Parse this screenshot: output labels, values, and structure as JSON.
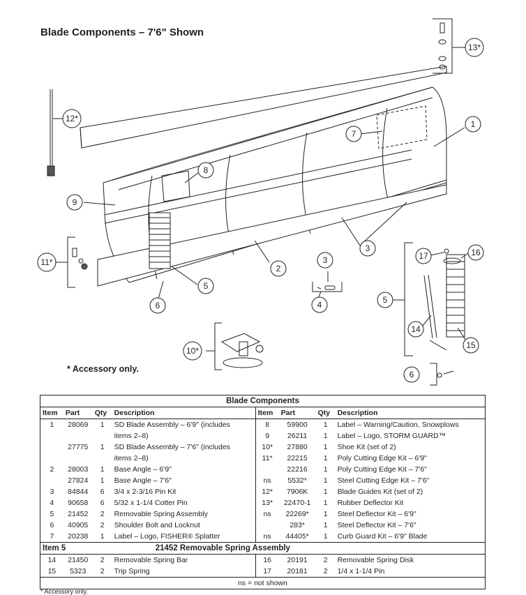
{
  "title": "Blade Components – 7'6\" Shown",
  "accessory_note": "* Accessory only.",
  "callouts": {
    "c1": "1",
    "c2": "2",
    "c3a": "3",
    "c3b": "3",
    "c4": "4",
    "c5a": "5",
    "c5b": "5",
    "c6a": "6",
    "c6b": "6",
    "c7": "7",
    "c8": "8",
    "c9": "9",
    "c10": "10*",
    "c11": "11*",
    "c12": "12*",
    "c13": "13*",
    "c14": "14",
    "c15": "15",
    "c16": "16",
    "c17": "17"
  },
  "table": {
    "caption": "Blade Components",
    "headers": {
      "item": "Item",
      "part": "Part",
      "qty": "Qty",
      "desc": "Description"
    },
    "rows": [
      {
        "l_item": "1",
        "l_part": "28069",
        "l_qty": "1",
        "l_desc": "SD Blade Assembly – 6'9\" (includes",
        "r_item": "8",
        "r_part": "59900",
        "r_qty": "1",
        "r_desc": "Label – Warning/Caution, Snowplows"
      },
      {
        "l_item": "",
        "l_part": "",
        "l_qty": "",
        "l_desc": "items 2–8)",
        "r_item": "9",
        "r_part": "26211",
        "r_qty": "1",
        "r_desc": "Label – Logo, STORM GUARD™"
      },
      {
        "l_item": "",
        "l_part": "27775",
        "l_qty": "1",
        "l_desc": "SD Blade Assembly – 7'6\" (includes",
        "r_item": "10*",
        "r_part": "27880",
        "r_qty": "1",
        "r_desc": "Shoe Kit (set of 2)"
      },
      {
        "l_item": "",
        "l_part": "",
        "l_qty": "",
        "l_desc": "items 2–8)",
        "r_item": "11*",
        "r_part": "22215",
        "r_qty": "1",
        "r_desc": "Poly Cutting Edge Kit – 6'9\""
      },
      {
        "l_item": "2",
        "l_part": "28003",
        "l_qty": "1",
        "l_desc": "Base Angle – 6'9\"",
        "r_item": "",
        "r_part": "22216",
        "r_qty": "1",
        "r_desc": "Poly Cutting Edge Kit – 7'6\""
      },
      {
        "l_item": "",
        "l_part": "27824",
        "l_qty": "1",
        "l_desc": "Base Angle – 7'6\"",
        "r_item": "ns",
        "r_part": "5532*",
        "r_qty": "1",
        "r_desc": "Steel Cutting Edge Kit – 7'6\""
      },
      {
        "l_item": "3",
        "l_part": "84844",
        "l_qty": "6",
        "l_desc": "3/4 x 2-3/16 Pin Kit",
        "r_item": "12*",
        "r_part": "7906K",
        "r_qty": "1",
        "r_desc": "Blade Guides Kit (set of 2)"
      },
      {
        "l_item": "4",
        "l_part": "90658",
        "l_qty": "6",
        "l_desc": "5/32 x 1-1/4 Cotter Pin",
        "r_item": "13*",
        "r_part": "22470-1",
        "r_qty": "1",
        "r_desc": "Rubber Deflector Kit"
      },
      {
        "l_item": "5",
        "l_part": "21452",
        "l_qty": "2",
        "l_desc": "Removable Spring Assembly",
        "r_item": "ns",
        "r_part": "22269*",
        "r_qty": "1",
        "r_desc": "Steel Deflector Kit – 6'9\""
      },
      {
        "l_item": "6",
        "l_part": "40905",
        "l_qty": "2",
        "l_desc": "Shoulder Bolt and Locknut",
        "r_item": "",
        "r_part": "283*",
        "r_qty": "1",
        "r_desc": "Steel Deflector Kit – 7'6\""
      },
      {
        "l_item": "7",
        "l_part": "20238",
        "l_qty": "1",
        "l_desc": "Label – Logo, FISHER® Splatter",
        "r_item": "ns",
        "r_part": "44405*",
        "r_qty": "1",
        "r_desc": "Curb Guard Kit – 6'9\" Blade"
      }
    ],
    "sub_item": "Item 5",
    "sub_caption": "21452  Removable Spring Assembly",
    "sub_rows": [
      {
        "l_item": "14",
        "l_part": "21450",
        "l_qty": "2",
        "l_desc": "Removable Spring Bar",
        "r_item": "16",
        "r_part": "20191",
        "r_qty": "2",
        "r_desc": "Removable Spring Disk"
      },
      {
        "l_item": "15",
        "l_part": "5323",
        "l_qty": "2",
        "l_desc": "Trip Spring",
        "r_item": "17",
        "r_part": "20181",
        "r_qty": "2",
        "r_desc": "1/4 x 1-1/4 Pin"
      }
    ],
    "note": "ns = not shown"
  },
  "footnote": "* Accessory only."
}
